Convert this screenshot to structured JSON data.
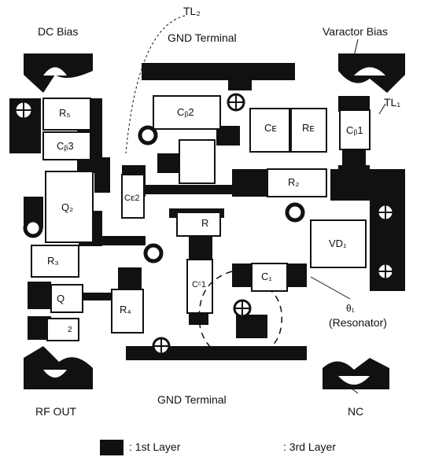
{
  "labels": {
    "tl2": "TL₂",
    "dc_bias": "DC Bias",
    "gnd_top": "GND Terminal",
    "varactor_bias": "Varactor Bias",
    "tl1": "TL₁",
    "rf_out": "RF OUT",
    "gnd_bottom": "GND Terminal",
    "nc": "NC",
    "theta": "θ₁",
    "resonator": "(Resonator)"
  },
  "components": {
    "r5": "R₅",
    "cb3": "Cᵦ3",
    "cb2": "Cᵦ2",
    "ce": "Cᴇ",
    "re": "Rᴇ",
    "cb1": "Cᵦ1",
    "r2": "R₂",
    "q2": "Q₂",
    "ce2": "Cᴇ2",
    "r1": "R",
    "vd1": "VD₁",
    "r3": "R₃",
    "cc1": "Cᶜ1",
    "c1": "C₁",
    "r4": "R₄",
    "q1": "Q",
    "c2": "2"
  },
  "legend": {
    "layer1": ": 1st Layer",
    "layer3": ": 3rd Layer"
  }
}
